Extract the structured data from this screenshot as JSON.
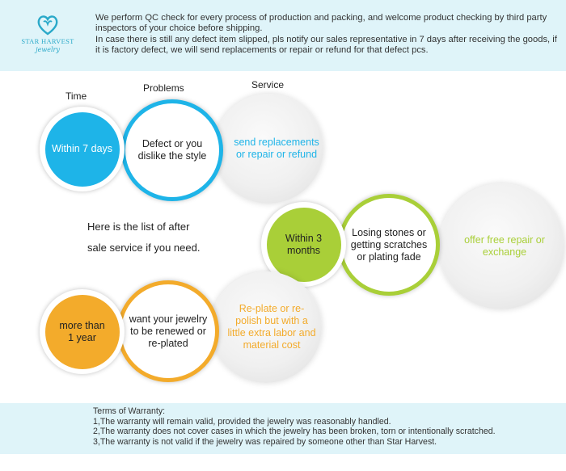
{
  "brand": {
    "name": "STAR HARVEST",
    "sub": "jewelry"
  },
  "header": {
    "line1": "We perform QC check for every process of production and packing, and welcome product checking by third party inspectors of your choice before shipping.",
    "line2": "In case there is still any defect item slipped, pls notify our sales representative in 7 days after receiving the goods, if it is factory defect, we will send replacements or repair or refund for that defect pcs."
  },
  "labels": {
    "time": "Time",
    "problems": "Problems",
    "service": "Service"
  },
  "intro": {
    "line1": "Here is the list of after",
    "line2": "sale service if you need."
  },
  "rows": [
    {
      "time": "Within 7 days",
      "problem": "Defect or you dislike the style",
      "service": "send replacements or repair or refund"
    },
    {
      "time": "Within 3 months",
      "problem": "Losing stones or getting scratches or plating fade",
      "service": "offer free repair or exchange"
    },
    {
      "time": "more than 1 year",
      "problem": "want your jewelry to be renewed or re-plated",
      "service": "Re-plate or re-polish but with a little extra labor and material cost"
    }
  ],
  "colors": {
    "blue": "#1eb4e8",
    "green": "#a9cf38",
    "orange": "#f3ab2b",
    "header_bg": "#dff4f9"
  },
  "footer": {
    "title": "Terms of Warranty:",
    "items": [
      "1,The warranty will remain valid, provided the jewelry was reasonably handled.",
      "2,The warranty does not cover cases in which the jewelry has been broken, torn or intentionally scratched.",
      "3,The warranty is not valid if the jewelry was repaired by someone other than Star Harvest."
    ]
  }
}
